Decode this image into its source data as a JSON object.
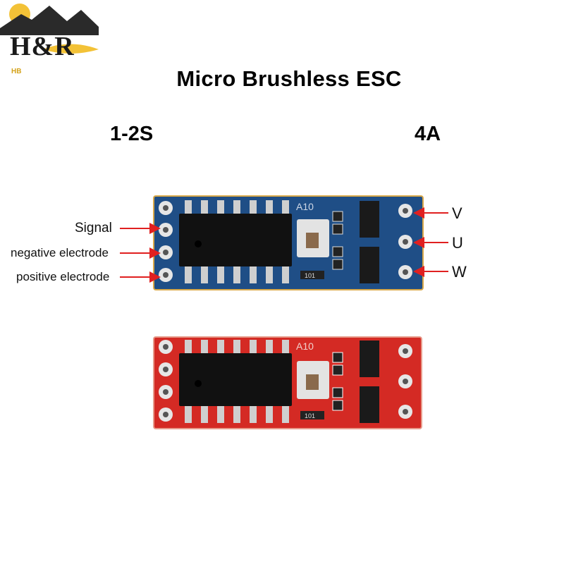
{
  "logo": {
    "text": "H&R",
    "subtext": "HB"
  },
  "title": "Micro Brushless ESC",
  "specs": {
    "cells": "1-2S",
    "current": "4A"
  },
  "pin_labels": {
    "signal": "Signal",
    "negative": "negative electrode",
    "positive": "positive electrode"
  },
  "phase_labels": {
    "v": "V",
    "u": "U",
    "w": "W"
  },
  "boards": [
    {
      "color": "blue",
      "silkscreen": "A10",
      "resistor": "101"
    },
    {
      "color": "red",
      "silkscreen": "A10",
      "resistor": "101"
    }
  ],
  "colors": {
    "board_blue": "#1f4e86",
    "board_red": "#d42a24",
    "arrow_red": "#e02020",
    "logo_yellow": "#f3c237"
  }
}
